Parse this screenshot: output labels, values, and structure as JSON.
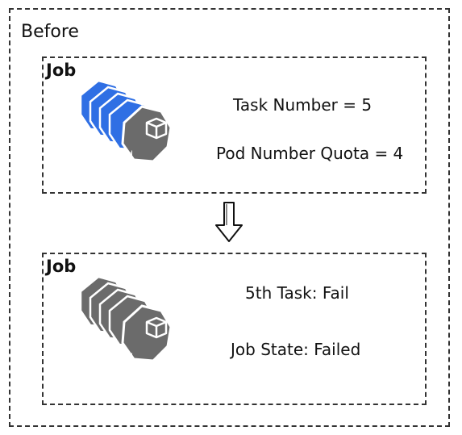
{
  "before_title": "Before",
  "before_job": {
    "label": "Job",
    "task_number": "Task Number = 5",
    "pod_quota": "Pod Number Quota = 4",
    "pod_label": "pod",
    "pod_color": "#2f6fe4"
  },
  "after_job": {
    "label": "Job",
    "task_status": "5th Task: Fail",
    "job_state": "Job State: Failed",
    "pod_label": "pod",
    "pod_color": "#6b6b6b"
  },
  "icons": [
    "pod-stack-icon",
    "down-arrow-icon"
  ]
}
